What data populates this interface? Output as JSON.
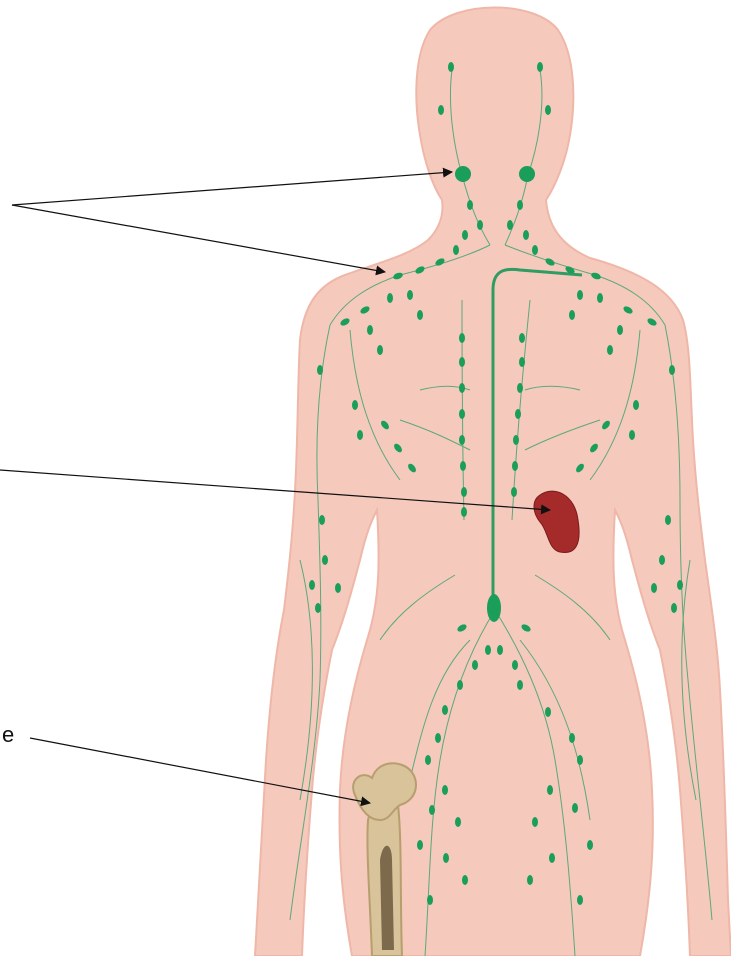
{
  "labels": {
    "bone_label_fragment": "e"
  },
  "colors": {
    "skin": "#f6c9bd",
    "skin_outline": "#efb7a8",
    "lymph_node": "#1a9e5a",
    "lymph_vessel": "#2f9c62",
    "thin_vessel": "#5aa97a",
    "spleen": "#a52a2a",
    "spleen_shade": "#7a1c1c",
    "bone": "#d8c39a",
    "bone_outline": "#b79e6e",
    "marrow": "#7d6a4d",
    "arrow": "#111111"
  },
  "structures": {
    "pointer_icon_names": [
      "arrow-icon"
    ],
    "parts": [
      "lymph-nodes",
      "lymph-vessels",
      "thoracic-duct",
      "spleen",
      "bone-marrow"
    ]
  }
}
